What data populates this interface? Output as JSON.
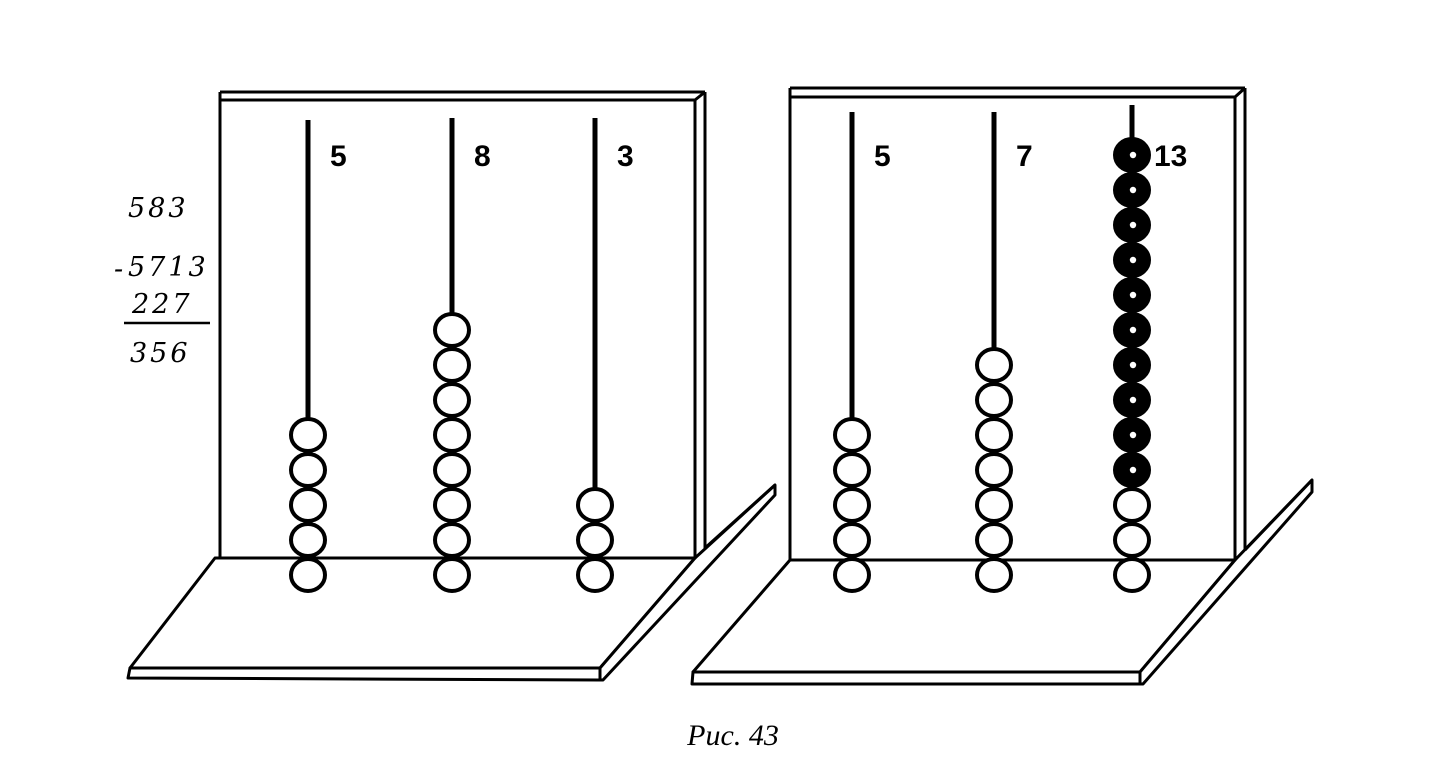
{
  "worked_example": {
    "minuend": "583",
    "regrouped": "5713",
    "minus_sign": "-",
    "subtrahend": "227",
    "result": "356"
  },
  "abaci": [
    {
      "rods": [
        {
          "label": "5",
          "white": 5,
          "black": 0
        },
        {
          "label": "8",
          "white": 8,
          "black": 0
        },
        {
          "label": "3",
          "white": 3,
          "black": 0
        }
      ]
    },
    {
      "rods": [
        {
          "label": "5",
          "white": 5,
          "black": 0
        },
        {
          "label": "7",
          "white": 7,
          "black": 0
        },
        {
          "label": "13",
          "white": 3,
          "black": 10
        }
      ]
    }
  ],
  "caption": "Рис. 43",
  "colors": {
    "ink": "#000000",
    "paper": "#ffffff"
  }
}
